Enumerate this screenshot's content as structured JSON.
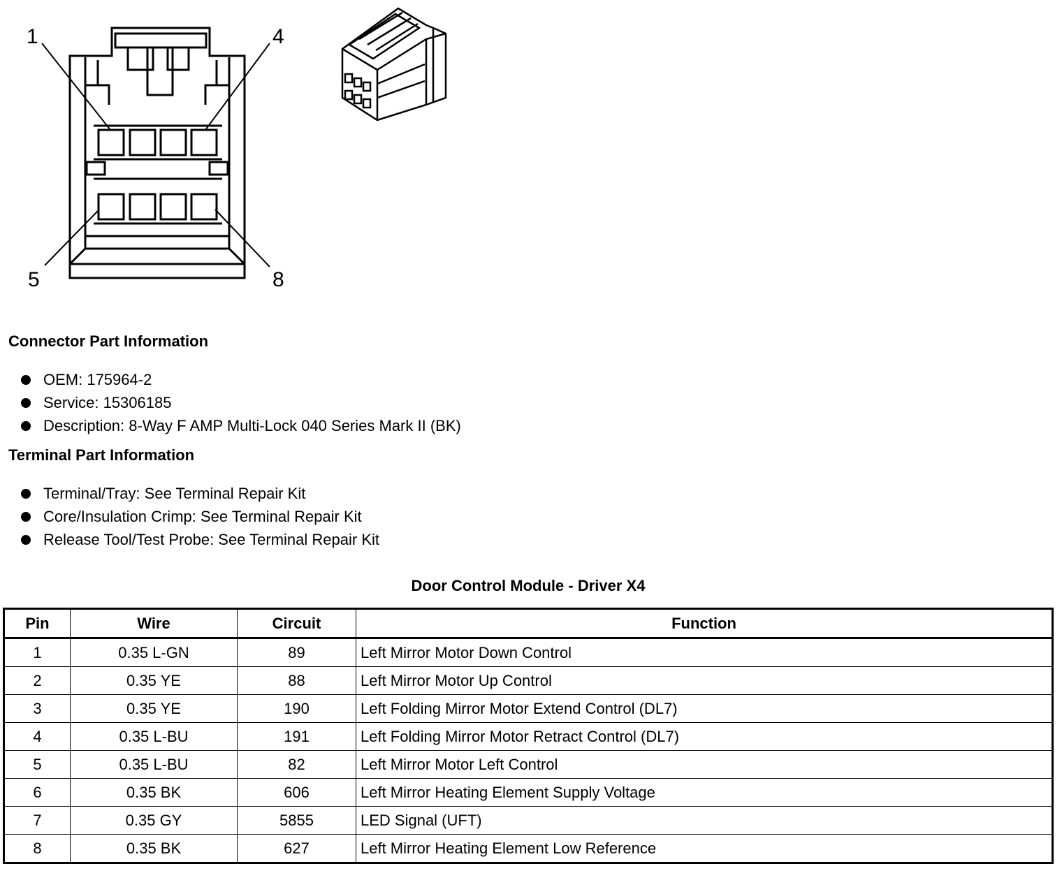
{
  "connector_diagram": {
    "pin_labels": [
      "1",
      "4",
      "5",
      "8"
    ]
  },
  "connector_part_info": {
    "title": "Connector Part Information",
    "items": [
      "OEM: 175964-2",
      "Service: 15306185",
      "Description: 8-Way F AMP Multi-Lock 040 Series Mark II (BK)"
    ]
  },
  "terminal_part_info": {
    "title": "Terminal Part Information",
    "items": [
      "Terminal/Tray: See Terminal Repair Kit",
      "Core/Insulation Crimp: See Terminal Repair Kit",
      "Release Tool/Test Probe: See Terminal Repair Kit"
    ]
  },
  "pin_table": {
    "title": "Door Control Module - Driver X4",
    "headers": [
      "Pin",
      "Wire",
      "Circuit",
      "Function"
    ],
    "rows": [
      {
        "pin": "1",
        "wire": "0.35 L-GN",
        "circuit": "89",
        "function": "Left Mirror Motor Down Control"
      },
      {
        "pin": "2",
        "wire": "0.35 YE",
        "circuit": "88",
        "function": "Left Mirror Motor Up Control"
      },
      {
        "pin": "3",
        "wire": "0.35 YE",
        "circuit": "190",
        "function": "Left Folding Mirror Motor Extend Control (DL7)"
      },
      {
        "pin": "4",
        "wire": "0.35 L-BU",
        "circuit": "191",
        "function": "Left Folding Mirror Motor Retract Control (DL7)"
      },
      {
        "pin": "5",
        "wire": "0.35 L-BU",
        "circuit": "82",
        "function": "Left Mirror Motor Left Control"
      },
      {
        "pin": "6",
        "wire": "0.35 BK",
        "circuit": "606",
        "function": "Left Mirror Heating Element Supply Voltage"
      },
      {
        "pin": "7",
        "wire": "0.35 GY",
        "circuit": "5855",
        "function": "LED Signal (UFT)"
      },
      {
        "pin": "8",
        "wire": "0.35 BK",
        "circuit": "627",
        "function": "Left Mirror Heating Element Low Reference"
      }
    ]
  }
}
